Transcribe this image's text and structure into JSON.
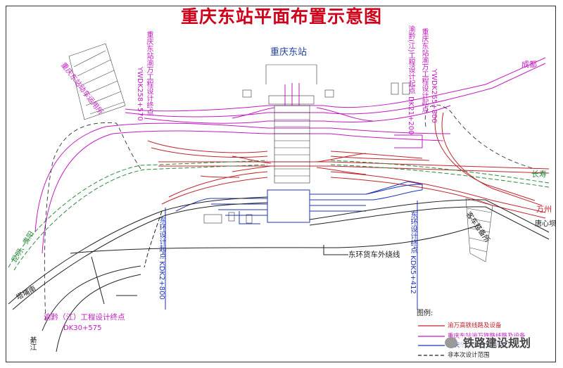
{
  "title": "重庆东站平面布置示意图",
  "station_name": "重庆东站",
  "labels": {
    "yuwan_end": "重庆东站渝万工程设计终点",
    "yuwan_end_km": "YWDK258+570",
    "yuqian_start": "渝黔(江)工程设计起点 DK21+200",
    "yuwan_start": "重庆东站渝万工程设计起点",
    "yuwan_start_km": "YWDK265+800",
    "dongzhan_depot": "重庆东站动车运用所",
    "chengdu": "成都",
    "changshou": "长寿",
    "wanzhou": "万州",
    "tangxinba": "唐心坝",
    "kunming_guiyang": "昆明、贵阳",
    "tangpunan": "塔埔南",
    "yuqian_end": "渝黔（江）工程设计终点",
    "yuqian_end_km": "DK30+575",
    "donghuan_start": "东环设计起点 KDK2+800",
    "donghuan_end": "东环设计终点 KDK5+412",
    "freight_line": "东环货车外绕线",
    "passenger_depot": "客车整备所",
    "qijiang": "綦江"
  },
  "legend": {
    "title": "图例:",
    "items": [
      {
        "label": "渝万高铁线路及设备",
        "color": "#c0262d"
      },
      {
        "label": "重庆东站渝万铁路线路及设备",
        "color": "#c21bc2"
      },
      {
        "label": "重庆东站东环线路及设备",
        "color": "#1e35b8"
      },
      {
        "label": "非本次设计范围",
        "color": "#222222"
      }
    ]
  },
  "watermark": "铁路建设规划",
  "colors": {
    "red": "#c0262d",
    "magenta": "#c21bc2",
    "blue": "#1e35b8",
    "green": "#2c8a3a",
    "black": "#222222"
  }
}
